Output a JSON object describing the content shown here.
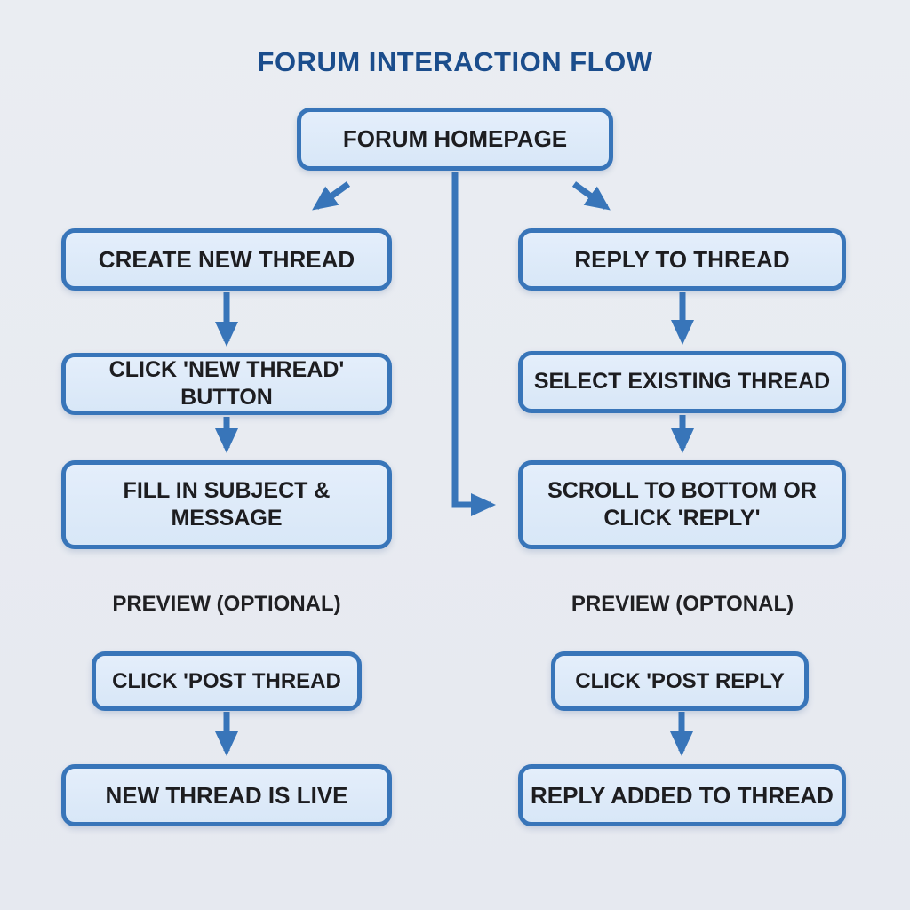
{
  "title": "FORUM INTERACTION FLOW",
  "colors": {
    "background": "#e8ebf1",
    "box_fill": "#dce9f7",
    "box_border": "#3875b9",
    "arrow": "#3875b9",
    "title_text": "#1b4d8c",
    "box_text": "#1d1d20"
  },
  "nodes": {
    "homepage": {
      "label": "FORUM HOMEPAGE"
    },
    "create_thread": {
      "label": "CREATE NEW THREAD"
    },
    "reply_thread": {
      "label": "REPLY TO THREAD"
    },
    "click_new": {
      "label": "CLICK 'NEW THREAD' BUTTON"
    },
    "select_existing": {
      "label": "SELECT EXISTING THREAD"
    },
    "fill_subject": {
      "label": "FILL IN SUBJECT &\nMESSAGE"
    },
    "scroll_bottom": {
      "label": "SCROLL TO BOTTOM OR\nCLICK 'REPLY'"
    },
    "preview_left": {
      "label": "PREVIEW (OPTIONAL)"
    },
    "preview_right": {
      "label": "PREVIEW (OPTONAL)"
    },
    "post_thread": {
      "label": "CLICK 'POST THREAD"
    },
    "post_reply": {
      "label": "CLICK 'POST REPLY"
    },
    "thread_live": {
      "label": "NEW THREAD IS LIVE"
    },
    "reply_added": {
      "label": "REPLY ADDED TO THREAD"
    }
  }
}
